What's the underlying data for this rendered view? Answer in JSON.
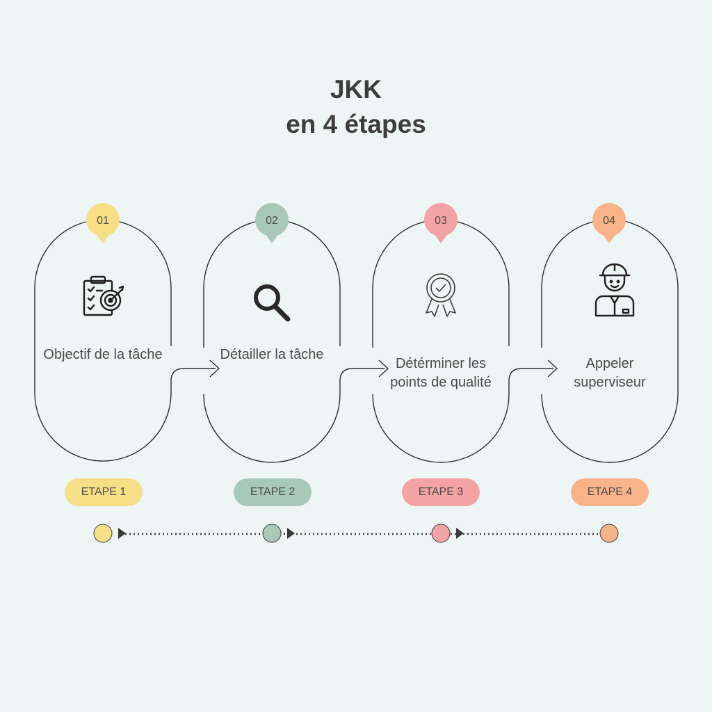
{
  "title": {
    "line1": "JKK",
    "line2": "en 4 étapes"
  },
  "steps": [
    {
      "number": "01",
      "label": "Objectif de la tâche",
      "badge": "ETAPE 1",
      "color": "#f6df86",
      "icon": "clipboard-target-icon"
    },
    {
      "number": "02",
      "label": "Détailler la tâche",
      "badge": "ETAPE 2",
      "color": "#a8c9b8",
      "icon": "search-icon"
    },
    {
      "number": "03",
      "label": "Détérminer les points de qualité",
      "badge": "ETAPE 3",
      "color": "#f3a3a3",
      "icon": "quality-badge-icon"
    },
    {
      "number": "04",
      "label": "Appeler superviseur",
      "badge": "ETAPE 4",
      "color": "#f8b488",
      "icon": "supervisor-icon"
    }
  ]
}
